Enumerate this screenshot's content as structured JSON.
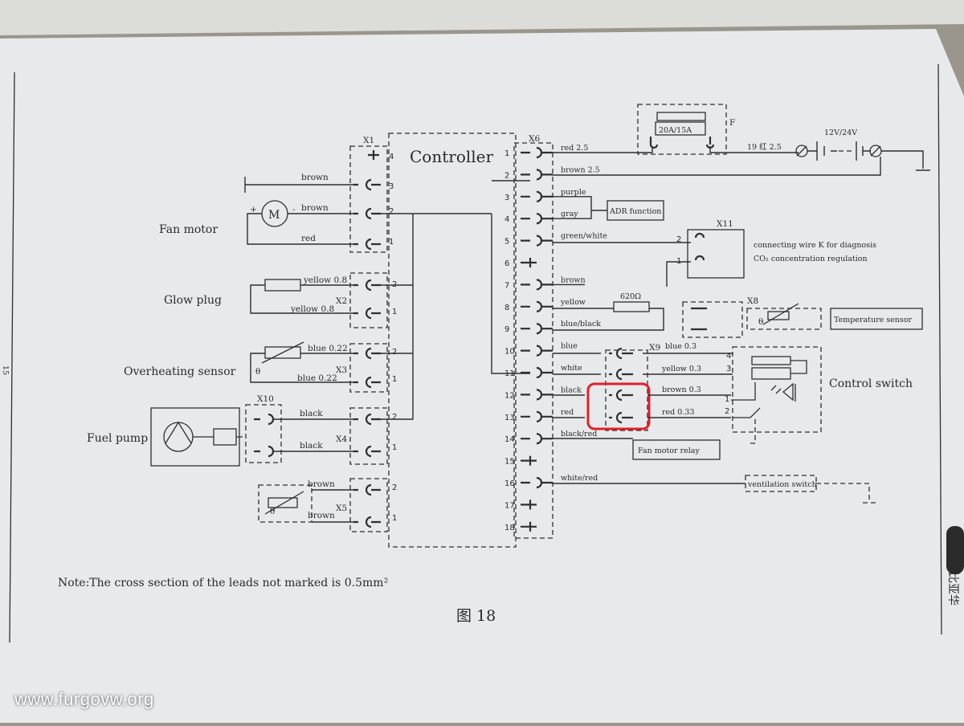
{
  "controller": {
    "title": "Controller",
    "connector": "X6"
  },
  "connectors": {
    "x1": "X1",
    "x2": "X2",
    "x3": "X3",
    "x4": "X4",
    "x5": "X5",
    "x8": "X8",
    "x9": "X9",
    "x10": "X10",
    "x11": "X11",
    "fuse": "F"
  },
  "components": {
    "fan_motor": "Fan motor",
    "glow_plug": "Glow plug",
    "overheating_sensor": "Overheating sensor",
    "fuel_pump": "Fuel pump",
    "adr": "ADR function",
    "temperature_sensor": "Temperature sensor",
    "control_switch": "Control switch",
    "fan_motor_relay": "Fan motor relay",
    "ventilation_switch": "ventilation switch",
    "motor_symbol": "M",
    "plus": "+",
    "minus": "-",
    "theta": "θ",
    "x11_note_1": "connecting wire K for diagnosis",
    "x11_note_2": "CO₂ concentration regulation",
    "fuse_rating": "20A/15A",
    "battery": "12V/24V",
    "fuse_wire": "19 红 2.5",
    "resistor_620": "620Ω"
  },
  "left_wires": {
    "x1_brown_top": "brown",
    "x1_brown": "brown",
    "x1_red": "red",
    "x2_yellow_1": "yellow 0.8",
    "x2_yellow_2": "yellow 0.8",
    "x3_blue_1": "blue 0.22",
    "x3_blue_2": "blue 0.22",
    "x4_black_1": "black",
    "x4_black_2": "black",
    "x5_brown_1": "brown",
    "x5_brown_2": "brown"
  },
  "x6_pins": [
    {
      "num": "1",
      "wire": "red 2.5"
    },
    {
      "num": "2",
      "wire": "brown 2.5"
    },
    {
      "num": "3",
      "wire": "purple"
    },
    {
      "num": "4",
      "wire": "gray"
    },
    {
      "num": "5",
      "wire": "green/white"
    },
    {
      "num": "6",
      "wire": ""
    },
    {
      "num": "7",
      "wire": "brown"
    },
    {
      "num": "8",
      "wire": "yellow"
    },
    {
      "num": "9",
      "wire": "blue/black"
    },
    {
      "num": "10",
      "wire": "blue"
    },
    {
      "num": "11",
      "wire": "white"
    },
    {
      "num": "12",
      "wire": "black"
    },
    {
      "num": "13",
      "wire": "red"
    },
    {
      "num": "14",
      "wire": "black/red"
    },
    {
      "num": "15",
      "wire": ""
    },
    {
      "num": "16",
      "wire": "white/red"
    },
    {
      "num": "17",
      "wire": ""
    },
    {
      "num": "18",
      "wire": ""
    }
  ],
  "x9_wires": {
    "blue": "blue 0.3",
    "yellow": "yellow 0.3",
    "brown": "brown 0.3",
    "red": "red 0.33"
  },
  "note": "Note:The cross section of the leads not marked is 0.5mm²",
  "figure_caption": "图 18",
  "side_page_number": "15",
  "side_brand": "比亚华",
  "watermark": "www.furgovw.org",
  "colors": {
    "page": "#e9eaec",
    "ink": "#2f2f2f",
    "highlight": "#e0202a",
    "background": "#9a968e"
  }
}
